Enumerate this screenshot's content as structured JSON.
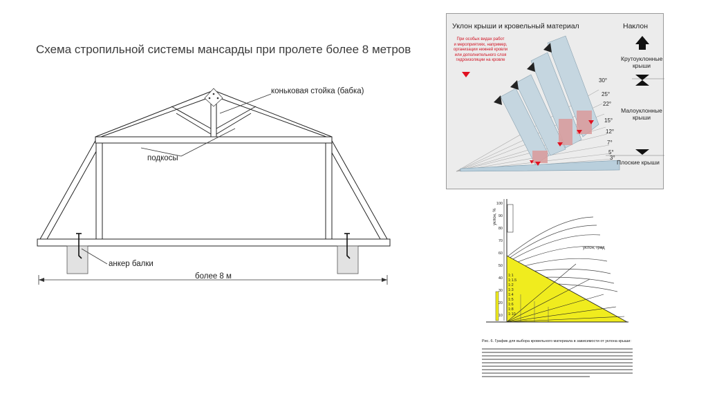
{
  "truss": {
    "title": "Схема стропильной системы мансарды при пролете более 8 метров",
    "labels": {
      "ridge_post": "коньковая стойка (бабка)",
      "struts": "подкосы",
      "anchor": "анкер балки",
      "span": "более 8 м"
    }
  },
  "slope": {
    "title": "Уклон крыши и кровельный материал",
    "incline_header": "Наклон",
    "note_lines": [
      "При особых видах работ",
      "и мероприятиях, например,",
      "организации нижней кровли",
      "или дополнительного слоя",
      "гидроизоляции на кровле"
    ],
    "steep_lines": [
      "Крутоуклонные",
      "крыши"
    ],
    "low_lines": [
      "Малоуклонные",
      "крыши"
    ],
    "flat": "Плоские крыши",
    "angles": [
      "30°",
      "25°",
      "22°",
      "15°",
      "12°",
      "7°",
      "5°",
      "3°"
    ],
    "colors": {
      "panel": "#ececec",
      "band": "#c5d6e0",
      "red": "#e01020",
      "highlight": "#d99a9a"
    }
  },
  "chart": {
    "axis_label": "уклон, %",
    "angle_label": "уклон, град",
    "ticks": [
      "100",
      "90",
      "80",
      "70",
      "60",
      "50",
      "40",
      "30",
      "20",
      "10"
    ],
    "ratios": [
      "1:1",
      "1:1.5",
      "1:2",
      "1:3",
      "1:4",
      "1:5",
      "1:6",
      "1:8",
      "1:10"
    ],
    "caption": "Рис. 6. График для выбора кровельного материала в зависимости от уклона крыши:",
    "colors": {
      "fill": "#f0ec1e"
    }
  }
}
